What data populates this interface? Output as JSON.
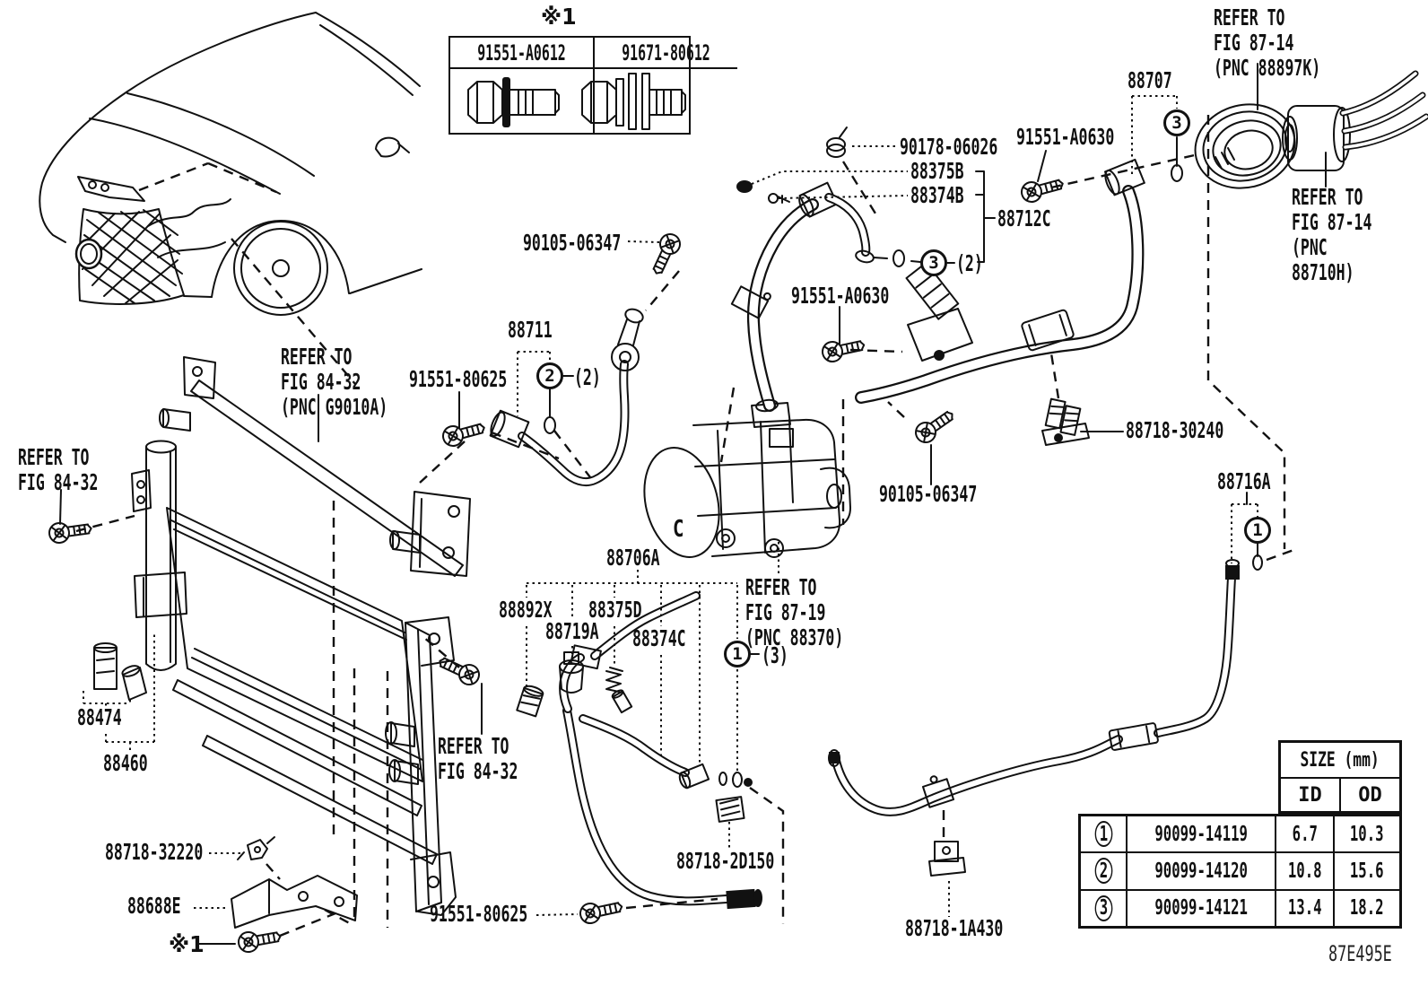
{
  "diagram": {
    "code": "87E495E",
    "compressor_marking": "C"
  },
  "bolt_table": {
    "note": "※1",
    "columns": [
      "91551-A0612",
      "91671-80612"
    ],
    "icons": [
      "flange-bolt",
      "flange-bolt-with-washers"
    ]
  },
  "labels": {
    "ref_fig_87_14_top": "REFER TO\nFIG 87-14\n(PNC 88897K)",
    "p_88707": "88707",
    "p_90178_06026": "90178-06026",
    "p_91551_a0630_a": "91551-A0630",
    "p_88375b": "88375B",
    "p_88374b": "88374B",
    "p_88712c": "88712C",
    "p_90105_06347_a": "90105-06347",
    "p_91551_a0630_b": "91551-A0630",
    "p_88711": "88711",
    "p_91551_80625_a": "91551-80625",
    "ref_fig_84_32_pnc": "REFER TO\nFIG 84-32\n(PNC G9010A)",
    "ref_fig_84_32_left": "REFER TO\nFIG 84-32",
    "ref_fig_87_14_right": "REFER TO\nFIG 87-14\n(PNC 88710H)",
    "p_88718_30240": "88718-30240",
    "p_88716a": "88716A",
    "p_90105_06347_b": "90105-06347",
    "p_88706a": "88706A",
    "p_88892x": "88892X",
    "p_88375d": "88375D",
    "p_88719a": "88719A",
    "p_88374c": "88374C",
    "ref_fig_87_19": "REFER TO\nFIG 87-19\n(PNC 88370)",
    "p_88474": "88474",
    "p_88460": "88460",
    "ref_fig_84_32_mid": "REFER TO\nFIG 84-32",
    "p_88718_32220": "88718-32220",
    "p_88688e": "88688E",
    "note_bottom": "※1",
    "p_91551_80625_b": "91551-80625",
    "p_88718_2d150": "88718-2D150",
    "p_88718_1a430": "88718-1A430"
  },
  "callouts": {
    "c3_top": "3",
    "c3_mid": "3",
    "c3_mid_qty": "(2)",
    "c2": "2",
    "c2_qty": "(2)",
    "c1_main": "1",
    "c1_main_qty": "(3)",
    "c1_pipe": "1"
  },
  "size_table": {
    "title": "SIZE (mm)",
    "id_header": "ID",
    "od_header": "OD",
    "rows": [
      {
        "num": "1",
        "part": "90099-14119",
        "id": "6.7",
        "od": "10.3"
      },
      {
        "num": "2",
        "part": "90099-14120",
        "id": "10.8",
        "od": "15.6"
      },
      {
        "num": "3",
        "part": "90099-14121",
        "id": "13.4",
        "od": "18.2"
      }
    ]
  },
  "colors": {
    "line": "#111111",
    "background": "#ffffff"
  }
}
